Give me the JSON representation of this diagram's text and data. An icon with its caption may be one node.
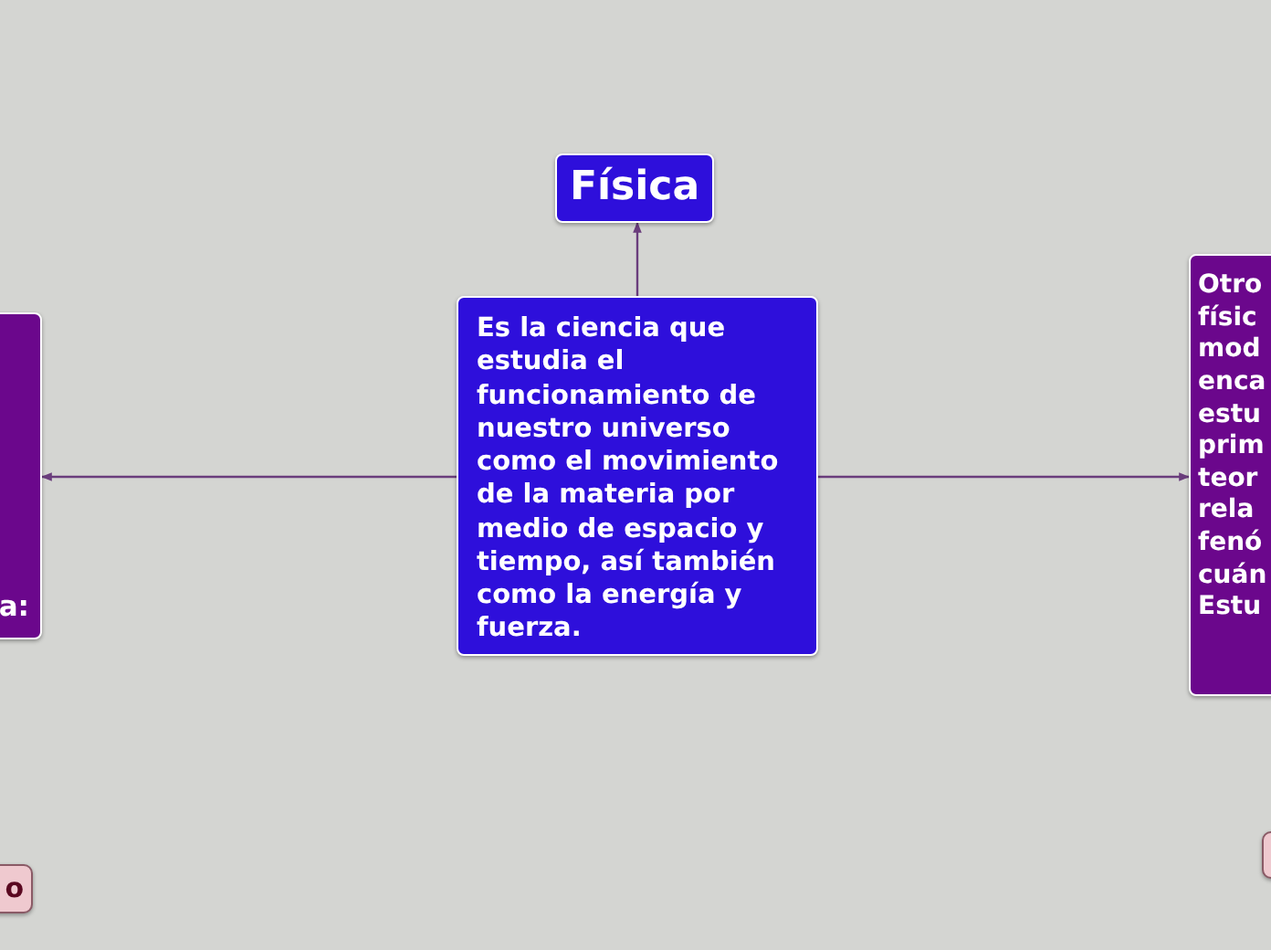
{
  "diagram": {
    "nodes": [
      {
        "text": [
          "Física"
        ]
      },
      {
        "text": [
          "Es la ciencia que estudia el funcionamiento de nuestro universo como el movimiento de la materia por medio de espacio y tiempo, así también como la energía y fuerza."
        ]
      },
      {
        "text": [
          "a:"
        ]
      },
      {
        "text": [
          "Otro físic mod enca estu prim teor rela fenó cuán Estu"
        ]
      },
      {
        "text": [
          "o"
        ]
      },
      {
        "text": [],
        "shape": "box"
      }
    ],
    "edges": [
      {
        "from": 1,
        "to": 0,
        "arrow": "to"
      },
      {
        "from": 1,
        "to": 2,
        "arrow": "to"
      },
      {
        "from": 1,
        "to": 3,
        "arrow": "to"
      }
    ]
  }
}
